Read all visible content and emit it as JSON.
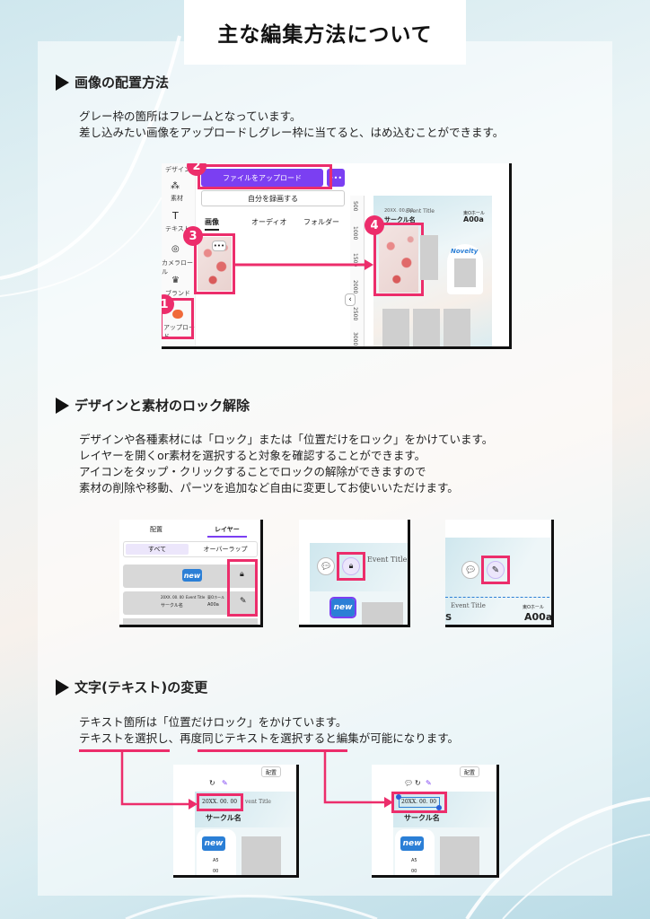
{
  "page": {
    "title": "主な編集方法について"
  },
  "sections": [
    {
      "heading": "画像の配置方法",
      "lines": [
        "グレー枠の箇所はフレームとなっています。",
        "差し込みたい画像をアップロードしグレー枠に当てると、はめ込むことができます。"
      ]
    },
    {
      "heading": "デザインと素材のロック解除",
      "lines": [
        "デザインや各種素材には「ロック」または「位置だけをロック」をかけています。",
        "レイヤーを開くor素材を選択すると対象を確認することができます。",
        "アイコンをタップ・クリックすることでロックの解除ができますので",
        "素材の削除や移動、パーツを追加など自由に変更してお使いいただけます。"
      ]
    },
    {
      "heading": "文字(テキスト)の変更",
      "lines": [
        "テキスト箇所は「位置だけロック」をかけています。",
        "テキストを選択し、再度同じテキストを選択すると編集が可能になります。"
      ]
    }
  ],
  "shot1": {
    "sidebar": [
      "デザイン",
      "素材",
      "テキスト",
      "カメラロール",
      "ブランド",
      "アップロード"
    ],
    "upload_button": "ファイルをアップロード",
    "more_button": "•••",
    "record_button": "自分を録画する",
    "tabs": [
      "画像",
      "オーディオ",
      "フォルダー"
    ],
    "badges": [
      "1",
      "2",
      "3",
      "4"
    ],
    "ruler": [
      "500",
      "1000",
      "1500",
      "2000",
      "2500",
      "3000"
    ],
    "event_title": "Event Title",
    "date": "20XX. 00. 00",
    "circle_name": "サークル名",
    "hall": "東Oホール",
    "space": "A00a",
    "novelty": "Novelty",
    "collapse": "‹"
  },
  "shot2a": {
    "tabs": [
      "配置",
      "レイヤー"
    ],
    "filters": [
      "すべて",
      "オーバーラップ"
    ],
    "logo": "new",
    "row_text": [
      "20XX. 00. 00",
      "Event Title",
      "サークル名",
      "東Oホール",
      "A00a"
    ]
  },
  "shot2b": {
    "event_title": "Event Title",
    "logo": "new"
  },
  "shot2c": {
    "event_title": "Event Title",
    "hall": "東Oホール",
    "space": "A00a",
    "side": "S"
  },
  "shot3a": {
    "button": "配置",
    "date": "20XX. 00. 00",
    "event_title": "vent Title",
    "circle_name": "サークル名",
    "logo": "new",
    "side_text": [
      "A5",
      "00"
    ]
  },
  "shot3b": {
    "button": "配置",
    "date": "20XX. 00. 00",
    "circle_name": "サークル名",
    "logo": "new",
    "side_text": [
      "A5",
      "00"
    ]
  },
  "colors": {
    "accent_pink": "#ec2d6b",
    "purple": "#7b3ff2",
    "frame_grey": "#cfcfcf",
    "logo_blue": "#2b7fd6"
  }
}
